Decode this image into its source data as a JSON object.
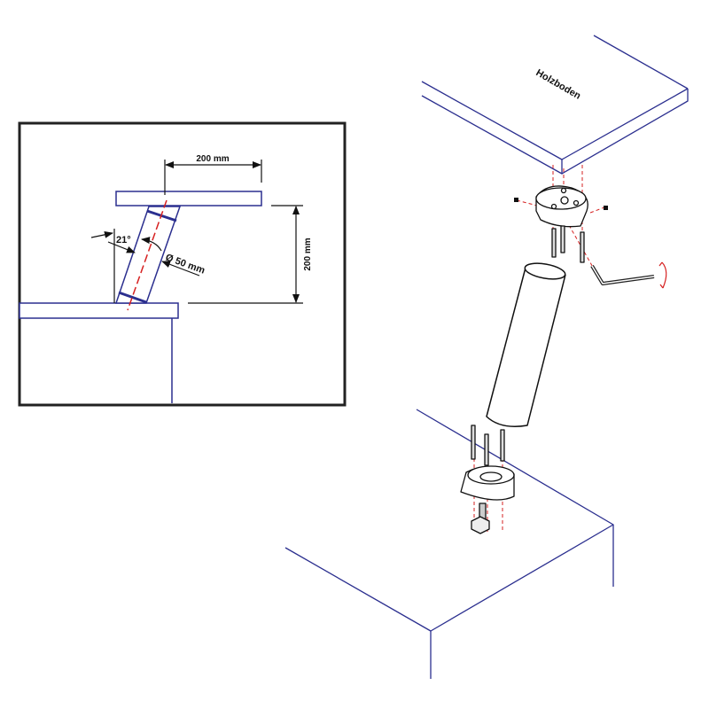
{
  "detail_view": {
    "horizontal_offset_label": "200 mm",
    "vertical_height_label": "200 mm",
    "angle_label": "21°",
    "diameter_label": "Ø 50 mm"
  },
  "assembly_view": {
    "board_label": "Holzboden"
  },
  "colors": {
    "outline": "#2b2f8f",
    "centerline": "#d62020",
    "ink": "#111111"
  }
}
